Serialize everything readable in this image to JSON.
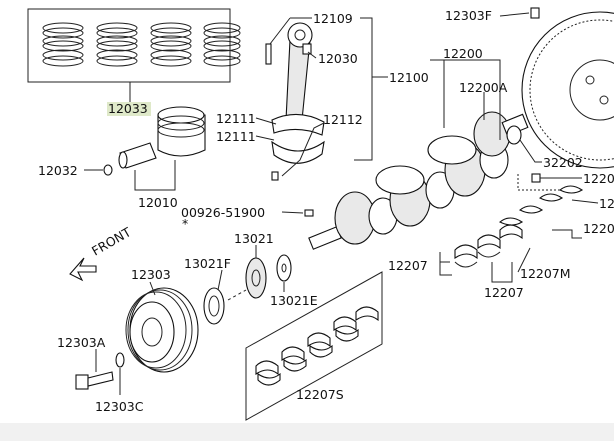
{
  "labels": {
    "p12033": "12033",
    "p12032": "12032",
    "p12010": "12010",
    "p12109": "12109",
    "p12030": "12030",
    "p12100": "12100",
    "p12111a": "12111",
    "p12111b": "12111",
    "p12112": "12112",
    "p00926": "00926-51900",
    "p00926_sub": "*",
    "p12303F": "12303F",
    "p12200": "12200",
    "p12200A": "12200A",
    "p32202": "32202",
    "p12200r1": "1220",
    "p12200r2": "12",
    "p12200r3": "1220",
    "p13021": "13021",
    "p13021F": "13021F",
    "p13021E": "13021E",
    "p12303": "12303",
    "p12303A": "12303A",
    "p12303C": "12303C",
    "p12207a": "12207",
    "p12207b": "12207",
    "p12207M": "12207M",
    "p12207S": "12207S",
    "front": "FRONT"
  }
}
